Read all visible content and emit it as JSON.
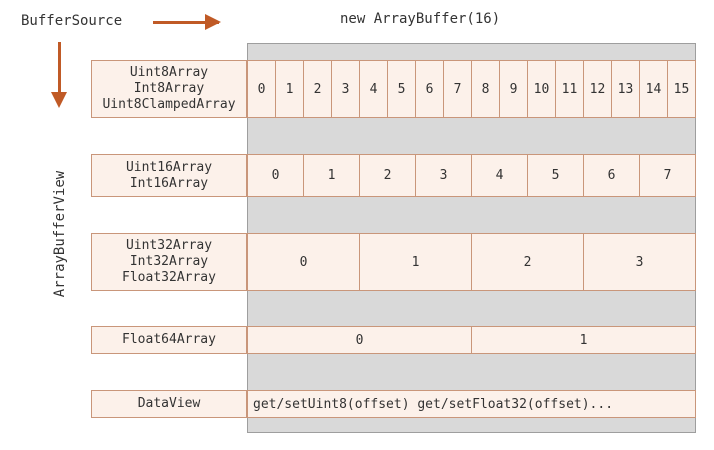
{
  "header": {
    "buffer_source": "BufferSource",
    "array_buffer": "new ArrayBuffer(16)",
    "array_buffer_view": "ArrayBufferView"
  },
  "rows": {
    "uint8": {
      "labels": [
        "Uint8Array",
        "Int8Array",
        "Uint8ClampedArray"
      ],
      "cells": [
        "0",
        "1",
        "2",
        "3",
        "4",
        "5",
        "6",
        "7",
        "8",
        "9",
        "10",
        "11",
        "12",
        "13",
        "14",
        "15"
      ]
    },
    "uint16": {
      "labels": [
        "Uint16Array",
        "Int16Array"
      ],
      "cells": [
        "0",
        "1",
        "2",
        "3",
        "4",
        "5",
        "6",
        "7"
      ]
    },
    "uint32": {
      "labels": [
        "Uint32Array",
        "Int32Array",
        "Float32Array"
      ],
      "cells": [
        "0",
        "1",
        "2",
        "3"
      ]
    },
    "float64": {
      "labels": [
        "Float64Array"
      ],
      "cells": [
        "0",
        "1"
      ]
    },
    "dataview": {
      "labels": [
        "DataView"
      ],
      "text": "get/setUint8(offset) get/setFloat32(offset)..."
    }
  },
  "colors": {
    "arrow": "#c05a26",
    "cell_fill": "#fcf1ea",
    "cell_border": "#c9967a",
    "buffer_fill": "#d9d9d9"
  }
}
